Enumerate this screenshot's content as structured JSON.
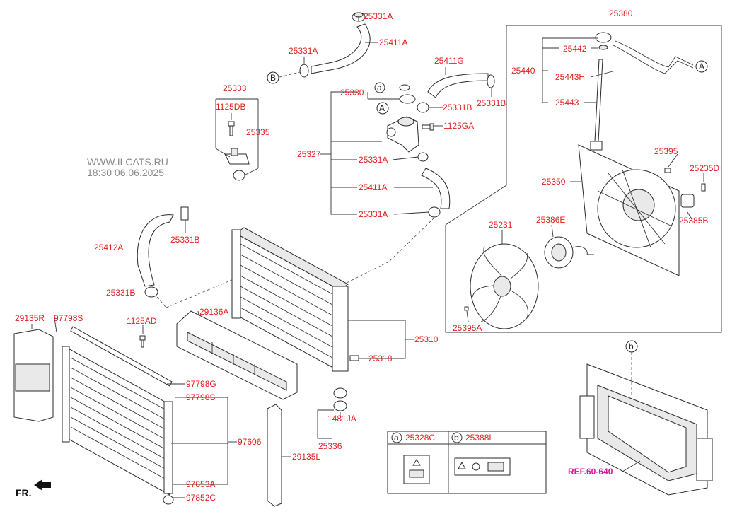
{
  "watermark": {
    "site": "WWW.ILCATS.RU",
    "timestamp": "18:30 06.06.2025"
  },
  "labels": {
    "p25331A_top": "25331A",
    "p25411A_top": "25411A",
    "p25331A_left": "25331A",
    "p25411G": "25411G",
    "p25330": "25330",
    "p25331B_mid": "25331B",
    "p25331B_right": "25331B",
    "p1125GA": "1125GA",
    "p25327": "25327",
    "p25331A_mid": "25331A",
    "p25411A_mid": "25411A",
    "p25331A_low": "25331A",
    "p25333": "25333",
    "p1125DB": "1125DB",
    "p25335": "25335",
    "p25412A": "25412A",
    "p25331B_left": "25331B",
    "p25331B_lower": "25331B",
    "p29136A": "29136A",
    "p1125AD": "1125AD",
    "p29135R": "29135R",
    "p97798S_top": "97798S",
    "p97798G": "97798G",
    "p97798S_mid": "97798S",
    "p97606": "97606",
    "p97853A": "97853A",
    "p97852C": "97852C",
    "p29135L": "29135L",
    "p25310": "25310",
    "p25318": "25318",
    "p1481JA": "1481JA",
    "p25336": "25336",
    "p25380": "25380",
    "p25442": "25442",
    "p25440": "25440",
    "p25443H": "25443H",
    "p25443": "25443",
    "p25395": "25395",
    "p25235D": "25235D",
    "p25350": "25350",
    "p25385B": "25385B",
    "p25231": "25231",
    "p25386E": "25386E",
    "p25395A": "25395A"
  },
  "callouts": {
    "A": "A",
    "B": "B",
    "a": "a",
    "b": "b"
  },
  "legend": {
    "a_code": "25328C",
    "b_code": "25388L"
  },
  "reference": "REF.60-640",
  "direction": "FR.",
  "colors": {
    "label": "#e41e1e",
    "reference": "#d0189c",
    "line": "#333333"
  }
}
